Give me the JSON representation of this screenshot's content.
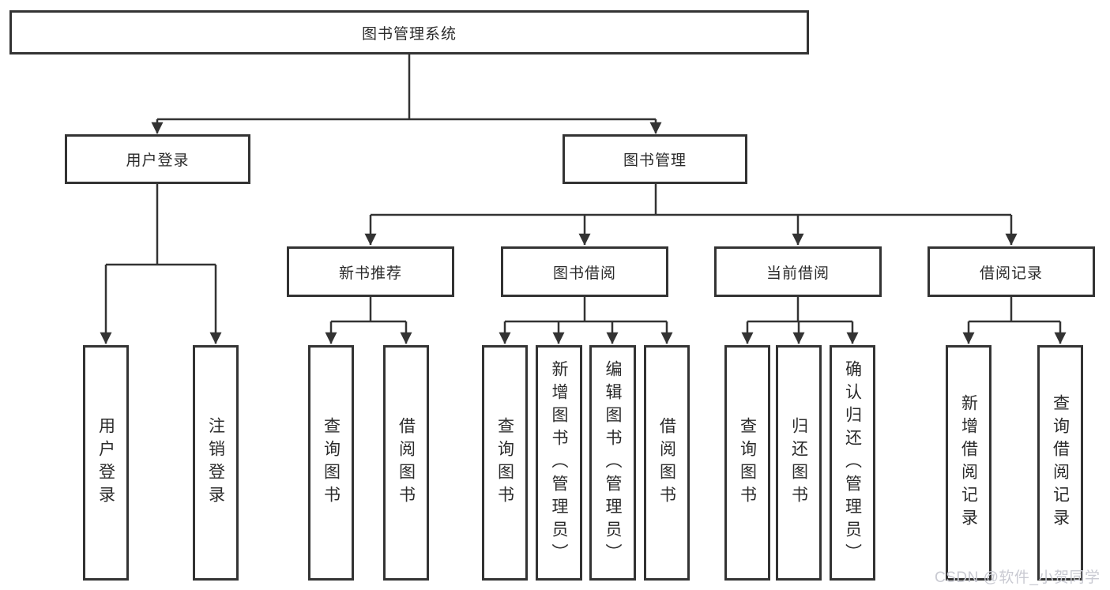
{
  "title": {
    "label": "图书管理系统"
  },
  "level2": [
    {
      "label": "用户登录"
    },
    {
      "label": "图书管理"
    }
  ],
  "level3": [
    {
      "label": "新书推荐"
    },
    {
      "label": "图书借阅"
    },
    {
      "label": "当前借阅"
    },
    {
      "label": "借阅记录"
    }
  ],
  "leaves": [
    {
      "label": "用户登录",
      "parent": "用户登录"
    },
    {
      "label": "注销登录",
      "parent": "用户登录"
    },
    {
      "label": "查询图书",
      "parent": "新书推荐"
    },
    {
      "label": "借阅图书",
      "parent": "新书推荐"
    },
    {
      "label": "查询图书",
      "parent": "图书借阅"
    },
    {
      "label": "新增图书（管理员）",
      "parent": "图书借阅"
    },
    {
      "label": "编辑图书（管理员）",
      "parent": "图书借阅"
    },
    {
      "label": "借阅图书",
      "parent": "图书借阅"
    },
    {
      "label": "查询图书",
      "parent": "当前借阅"
    },
    {
      "label": "归还图书",
      "parent": "当前借阅"
    },
    {
      "label": "确认归还（管理员）",
      "parent": "当前借阅"
    },
    {
      "label": "新增借阅记录",
      "parent": "借阅记录"
    },
    {
      "label": "查询借阅记录",
      "parent": "借阅记录"
    }
  ],
  "watermark": {
    "label": "CSDN @软件_小贺同学"
  },
  "colors": {
    "background": "#ffffff",
    "box_border": "#333333",
    "connector": "#333333",
    "text": "#2b2b2b",
    "watermark": "#c9cad2"
  }
}
